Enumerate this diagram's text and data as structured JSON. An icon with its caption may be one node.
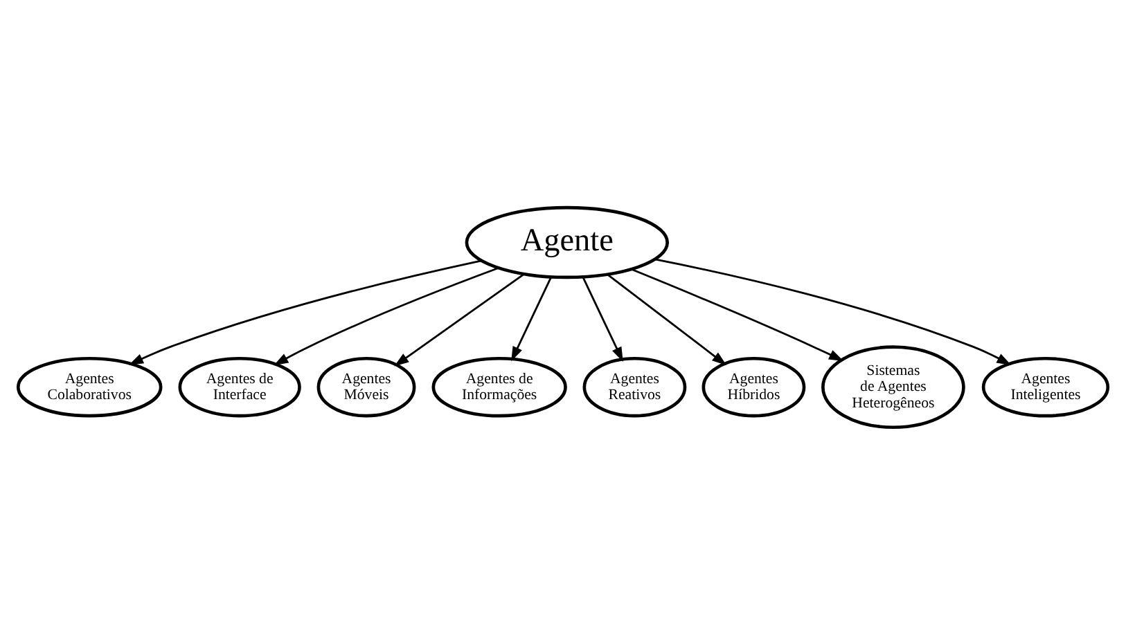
{
  "diagram": {
    "nodes": [
      {
        "text": [
          "Agente"
        ]
      },
      {
        "text": [
          "Agentes Colaborativos"
        ]
      },
      {
        "text": [
          "Agentes de Interface"
        ]
      },
      {
        "text": [
          "Agentes Móveis"
        ]
      },
      {
        "text": [
          "Agentes de Informações"
        ]
      },
      {
        "text": [
          "Agentes Reativos"
        ]
      },
      {
        "text": [
          "Agentes Híbridos"
        ]
      },
      {
        "text": [
          "Sistemas de Agentes Heterogêneos"
        ]
      },
      {
        "text": [
          "Agentes Inteligentes"
        ]
      }
    ],
    "edges": [
      {
        "from": 0,
        "to": 1,
        "arrow": "to"
      },
      {
        "from": 0,
        "to": 2,
        "arrow": "to"
      },
      {
        "from": 0,
        "to": 3,
        "arrow": "to"
      },
      {
        "from": 0,
        "to": 4,
        "arrow": "to"
      },
      {
        "from": 0,
        "to": 5,
        "arrow": "to"
      },
      {
        "from": 0,
        "to": 6,
        "arrow": "to"
      },
      {
        "from": 0,
        "to": 7,
        "arrow": "to"
      },
      {
        "from": 0,
        "to": 8,
        "arrow": "to"
      }
    ]
  }
}
